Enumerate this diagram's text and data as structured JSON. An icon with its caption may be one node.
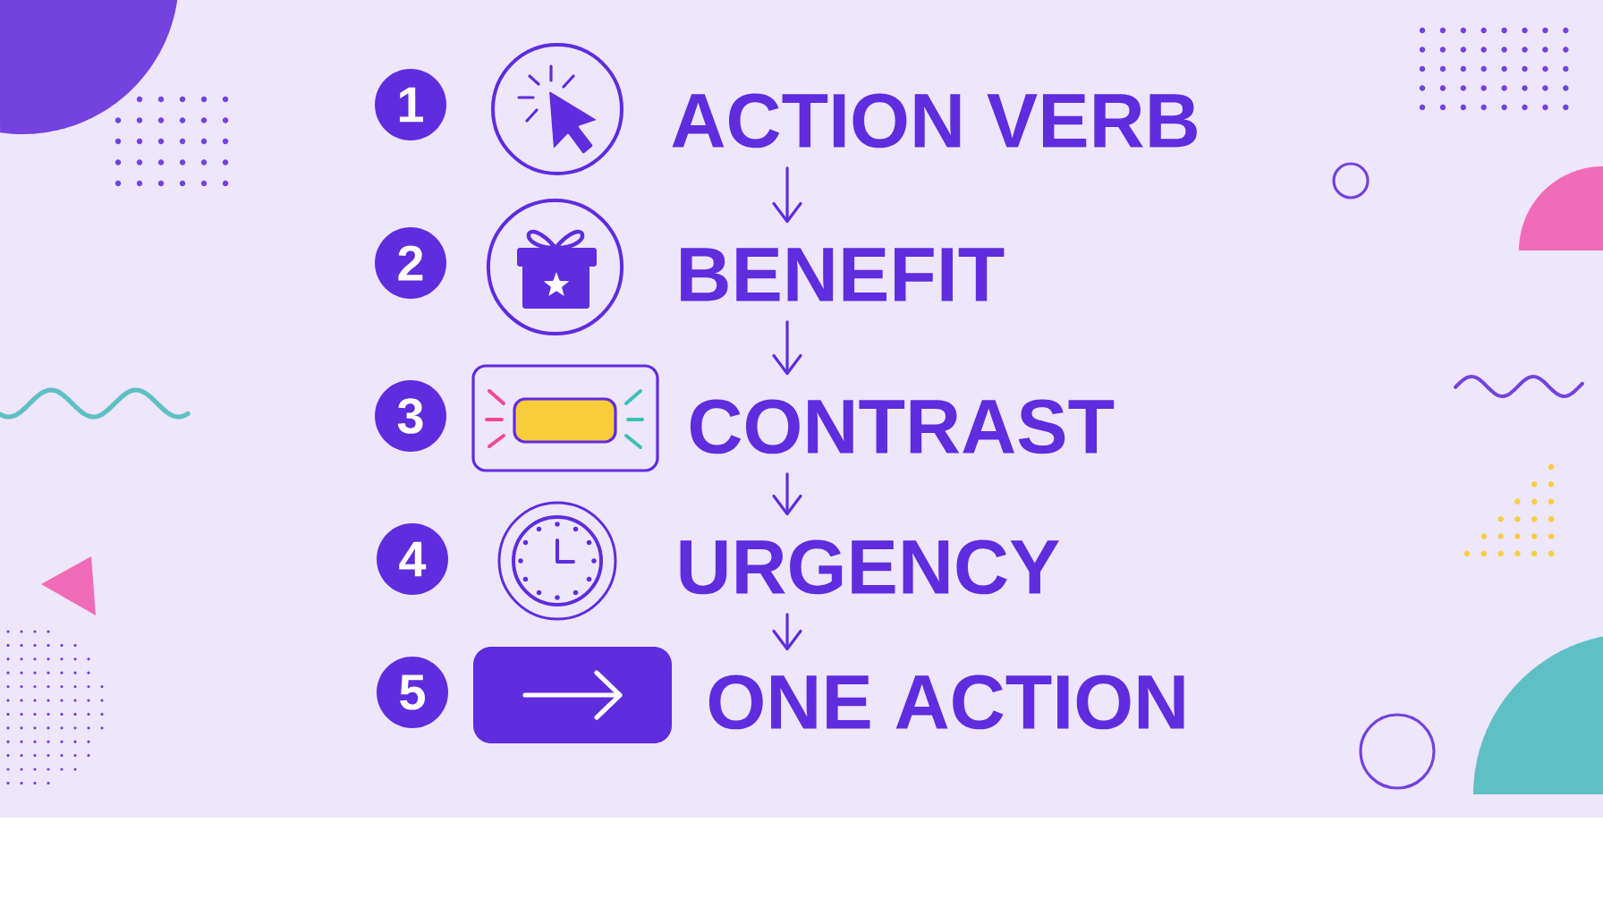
{
  "diagram": {
    "nodes": [
      {
        "text": [
          "1"
        ]
      },
      {
        "text": [
          "ACTION VERB"
        ]
      },
      {
        "text": [
          "2"
        ]
      },
      {
        "text": [
          "BENEFIT"
        ]
      },
      {
        "text": [
          "3"
        ]
      },
      {
        "text": [
          "CONTRAST"
        ]
      },
      {
        "text": [
          "4"
        ]
      },
      {
        "text": [
          "URGENCY"
        ]
      },
      {
        "text": [
          "5"
        ]
      },
      {
        "text": [
          "ONE ACTION"
        ]
      }
    ],
    "edges": [
      {
        "from": 1,
        "to": 3,
        "arrow": "to"
      },
      {
        "from": 3,
        "to": 5,
        "arrow": "to"
      },
      {
        "from": 5,
        "to": 7,
        "arrow": "to"
      },
      {
        "from": 7,
        "to": 9,
        "arrow": "to"
      }
    ]
  }
}
